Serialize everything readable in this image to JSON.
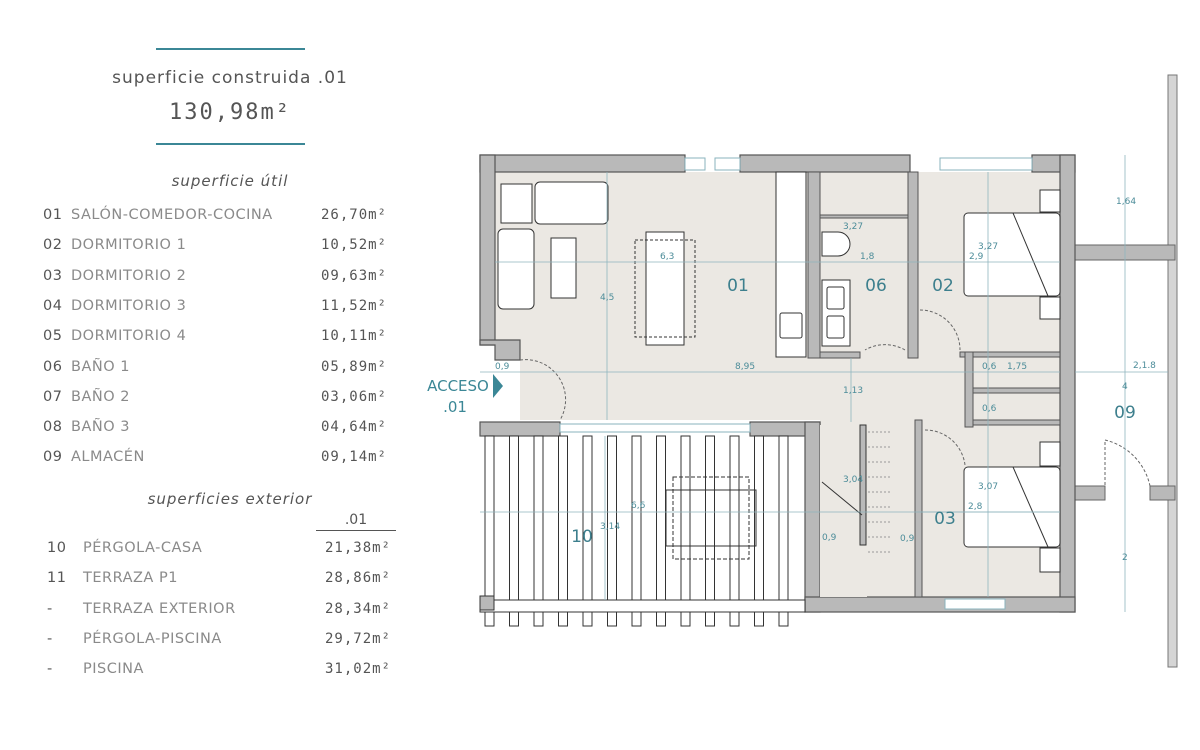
{
  "built": {
    "title": "superficie construida .01",
    "value": "130,98m²"
  },
  "useful": {
    "title": "superficie útil",
    "rows": [
      {
        "num": "01",
        "name": "SALÓN-COMEDOR-COCINA",
        "area": "26,70m²"
      },
      {
        "num": "02",
        "name": "DORMITORIO 1",
        "area": "10,52m²"
      },
      {
        "num": "03",
        "name": "DORMITORIO 2",
        "area": "09,63m²"
      },
      {
        "num": "04",
        "name": "DORMITORIO 3",
        "area": "11,52m²"
      },
      {
        "num": "05",
        "name": "DORMITORIO 4",
        "area": "10,11m²"
      },
      {
        "num": "06",
        "name": "BAÑO 1",
        "area": "05,89m²"
      },
      {
        "num": "07",
        "name": "BAÑO 2",
        "area": "03,06m²"
      },
      {
        "num": "08",
        "name": "BAÑO 3",
        "area": "04,64m²"
      },
      {
        "num": "09",
        "name": "ALMACÉN",
        "area": "09,14m²"
      }
    ]
  },
  "exterior": {
    "title": "superficies exterior",
    "column": ".01",
    "rows": [
      {
        "num": "10",
        "name": "PÉRGOLA-CASA",
        "area": "21,38m²"
      },
      {
        "num": "11",
        "name": "TERRAZA  P1",
        "area": "28,86m²"
      },
      {
        "num": "-",
        "name": "TERRAZA EXTERIOR",
        "area": "28,34m²"
      },
      {
        "num": "-",
        "name": "PÉRGOLA-PISCINA",
        "area": "29,72m²"
      },
      {
        "num": "-",
        "name": "PISCINA",
        "area": "31,02m²"
      }
    ]
  },
  "plan": {
    "access": {
      "line1": "ACCESO",
      "line2": ".01"
    },
    "rooms": {
      "r01": "01",
      "r02": "02",
      "r03": "03",
      "r06": "06",
      "r09": "09",
      "r10": "10"
    },
    "dims": {
      "d6_3": "6,3",
      "d4_5": "4,5",
      "d8_95": "8,95",
      "d0_9a": "0,9",
      "d1_13": "1,13",
      "d3_27a": "3,27",
      "d1_8": "1,8",
      "d3_27b": "3,27",
      "d2_9": "2,9",
      "d1_64": "1,64",
      "d0_6a": "0,6",
      "d1_75": "1,75",
      "d2_18": "2,1.8",
      "d4": "4",
      "d0_6b": "0,6",
      "d3_04": "3,04",
      "d0_9b": "0,9",
      "d0_9c": "0,9",
      "d3_07": "3,07",
      "d2_8": "2,8",
      "d2": "2",
      "d6_6": "6,6",
      "d3_14": "3,14"
    },
    "colors": {
      "accent": "#3b8796",
      "wall": "#b9b9b9",
      "floor": "#ebe8e3",
      "dimension": "#4c8c99"
    }
  }
}
